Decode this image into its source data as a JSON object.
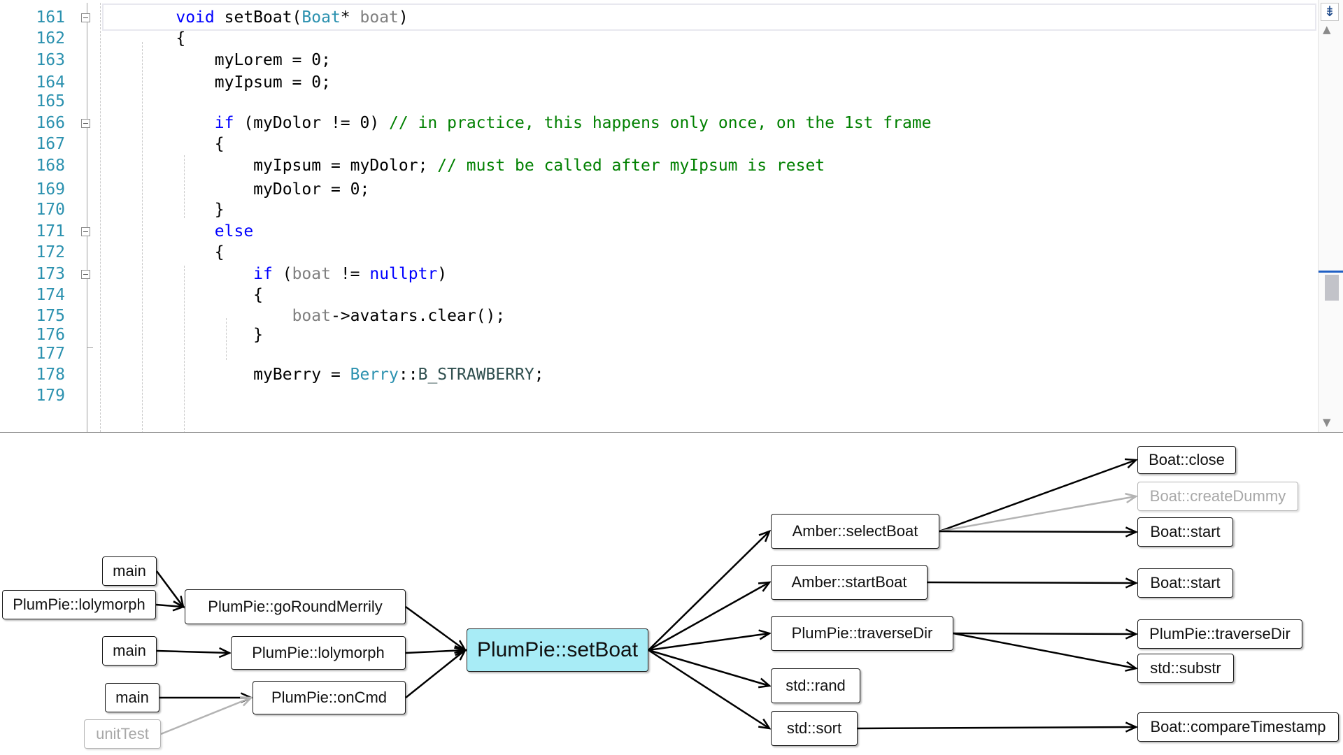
{
  "editor": {
    "lines": [
      {
        "num": "161",
        "fold": true,
        "tokens": [
          {
            "t": "    "
          },
          {
            "t": "void",
            "c": "kw"
          },
          {
            "t": " setBoat("
          },
          {
            "t": "Boat",
            "c": "ty"
          },
          {
            "t": "* "
          },
          {
            "t": "boat",
            "c": "pm"
          },
          {
            "t": ")"
          }
        ]
      },
      {
        "num": "162",
        "fold": false,
        "tokens": [
          {
            "t": "    {"
          }
        ]
      },
      {
        "num": "163",
        "fold": false,
        "tokens": [
          {
            "t": "        myLorem = 0;"
          }
        ]
      },
      {
        "num": "164",
        "fold": false,
        "tokens": [
          {
            "t": "        myIpsum = 0;"
          }
        ]
      },
      {
        "num": "165",
        "fold": false,
        "tokens": [
          {
            "t": ""
          }
        ]
      },
      {
        "num": "166",
        "fold": true,
        "tokens": [
          {
            "t": "        "
          },
          {
            "t": "if",
            "c": "kw"
          },
          {
            "t": " (myDolor != 0) "
          },
          {
            "t": "// in practice, this happens only once, on the 1st frame",
            "c": "cm"
          }
        ]
      },
      {
        "num": "167",
        "fold": false,
        "tokens": [
          {
            "t": "        {"
          }
        ]
      },
      {
        "num": "168",
        "fold": false,
        "tokens": [
          {
            "t": "            myIpsum = myDolor; "
          },
          {
            "t": "// must be called after myIpsum is reset",
            "c": "cm"
          }
        ]
      },
      {
        "num": "169",
        "fold": false,
        "tokens": [
          {
            "t": "            myDolor = 0;"
          }
        ]
      },
      {
        "num": "170",
        "fold": false,
        "tokens": [
          {
            "t": "        }"
          }
        ]
      },
      {
        "num": "171",
        "fold": true,
        "tokens": [
          {
            "t": "        "
          },
          {
            "t": "else",
            "c": "kw"
          }
        ]
      },
      {
        "num": "172",
        "fold": false,
        "tokens": [
          {
            "t": "        {"
          }
        ]
      },
      {
        "num": "173",
        "fold": true,
        "tokens": [
          {
            "t": "            "
          },
          {
            "t": "if",
            "c": "kw"
          },
          {
            "t": " ("
          },
          {
            "t": "boat",
            "c": "pm"
          },
          {
            "t": " != "
          },
          {
            "t": "nullptr",
            "c": "kw"
          },
          {
            "t": ")"
          }
        ]
      },
      {
        "num": "174",
        "fold": false,
        "tokens": [
          {
            "t": "            {"
          }
        ]
      },
      {
        "num": "175",
        "fold": false,
        "tokens": [
          {
            "t": "                "
          },
          {
            "t": "boat",
            "c": "pm"
          },
          {
            "t": "->avatars.clear();"
          }
        ]
      },
      {
        "num": "176",
        "fold": false,
        "tokens": [
          {
            "t": "            }"
          }
        ]
      },
      {
        "num": "177",
        "fold": false,
        "foldEnd": true,
        "tokens": [
          {
            "t": ""
          }
        ]
      },
      {
        "num": "178",
        "fold": false,
        "tokens": [
          {
            "t": "            myBerry = "
          },
          {
            "t": "Berry",
            "c": "ty"
          },
          {
            "t": "::"
          },
          {
            "t": "B_STRAWBERRY",
            "c": "en"
          },
          {
            "t": ";"
          }
        ]
      },
      {
        "num": "179",
        "fold": false,
        "tokens": [
          {
            "t": ""
          }
        ]
      }
    ]
  },
  "scrollbar": {
    "split_glyph": "⇟",
    "up_glyph": "▲",
    "down_glyph": "▼"
  },
  "graph": {
    "nodes": [
      {
        "id": "main1",
        "label": "main",
        "dim": false
      },
      {
        "id": "lolyCaller",
        "label": "PlumPie::lolymorph",
        "dim": false
      },
      {
        "id": "goRound",
        "label": "PlumPie::goRoundMerrily",
        "dim": false
      },
      {
        "id": "main2",
        "label": "main",
        "dim": false
      },
      {
        "id": "loly",
        "label": "PlumPie::lolymorph",
        "dim": false
      },
      {
        "id": "main3",
        "label": "main",
        "dim": false
      },
      {
        "id": "unitTest",
        "label": "unitTest",
        "dim": true
      },
      {
        "id": "onCmd",
        "label": "PlumPie::onCmd",
        "dim": false
      },
      {
        "id": "setBoat",
        "label": "PlumPie::setBoat",
        "dim": false,
        "focus": true
      },
      {
        "id": "selectBoat",
        "label": "Amber::selectBoat",
        "dim": false
      },
      {
        "id": "startBoat",
        "label": "Amber::startBoat",
        "dim": false
      },
      {
        "id": "traverseDir",
        "label": "PlumPie::traverseDir",
        "dim": false
      },
      {
        "id": "rand",
        "label": "std::rand",
        "dim": false
      },
      {
        "id": "sort",
        "label": "std::sort",
        "dim": false
      },
      {
        "id": "close",
        "label": "Boat::close",
        "dim": false
      },
      {
        "id": "createDummy",
        "label": "Boat::createDummy",
        "dim": true
      },
      {
        "id": "start1",
        "label": "Boat::start",
        "dim": false
      },
      {
        "id": "start2",
        "label": "Boat::start",
        "dim": false
      },
      {
        "id": "traverseDir2",
        "label": "PlumPie::traverseDir",
        "dim": false
      },
      {
        "id": "substr",
        "label": "std::substr",
        "dim": false
      },
      {
        "id": "compareTs",
        "label": "Boat::compareTimestamp",
        "dim": false
      }
    ],
    "edges": [
      {
        "from": "main1",
        "to": "goRound",
        "dim": false
      },
      {
        "from": "lolyCaller",
        "to": "goRound",
        "dim": false
      },
      {
        "from": "main2",
        "to": "loly",
        "dim": false
      },
      {
        "from": "main3",
        "to": "onCmd",
        "dim": false
      },
      {
        "from": "unitTest",
        "to": "onCmd",
        "dim": true
      },
      {
        "from": "goRound",
        "to": "setBoat",
        "dim": false
      },
      {
        "from": "loly",
        "to": "setBoat",
        "dim": false
      },
      {
        "from": "onCmd",
        "to": "setBoat",
        "dim": false
      },
      {
        "from": "setBoat",
        "to": "selectBoat",
        "dim": false
      },
      {
        "from": "setBoat",
        "to": "startBoat",
        "dim": false
      },
      {
        "from": "setBoat",
        "to": "traverseDir",
        "dim": false
      },
      {
        "from": "setBoat",
        "to": "rand",
        "dim": false
      },
      {
        "from": "setBoat",
        "to": "sort",
        "dim": false
      },
      {
        "from": "selectBoat",
        "to": "close",
        "dim": false
      },
      {
        "from": "selectBoat",
        "to": "createDummy",
        "dim": true
      },
      {
        "from": "selectBoat",
        "to": "start1",
        "dim": false
      },
      {
        "from": "startBoat",
        "to": "start2",
        "dim": false
      },
      {
        "from": "traverseDir",
        "to": "traverseDir2",
        "dim": false
      },
      {
        "from": "traverseDir",
        "to": "substr",
        "dim": false
      },
      {
        "from": "sort",
        "to": "compareTs",
        "dim": false
      }
    ]
  }
}
